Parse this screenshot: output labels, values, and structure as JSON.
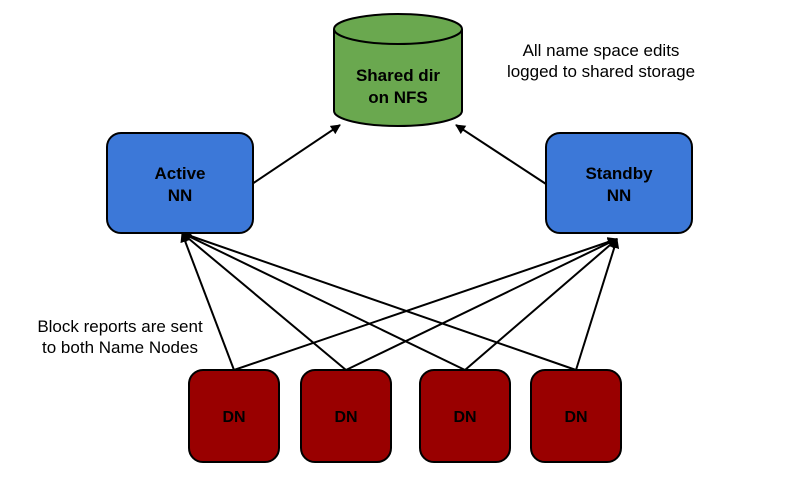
{
  "storage": {
    "label_line1": "Shared dir",
    "label_line2": "on NFS",
    "fill_color": "#6aa84f",
    "stroke_color": "#000000"
  },
  "storage_note": {
    "line1": "All name space edits",
    "line2": "logged to shared storage"
  },
  "active_nn": {
    "label_line1": "Active",
    "label_line2": "NN",
    "fill_color": "#3c78d8"
  },
  "standby_nn": {
    "label_line1": "Standby",
    "label_line2": "NN",
    "fill_color": "#3c78d8"
  },
  "block_note": {
    "line1": "Block reports are sent",
    "line2": "to both Name Nodes"
  },
  "datanodes": [
    {
      "label": "DN"
    },
    {
      "label": "DN"
    },
    {
      "label": "DN"
    },
    {
      "label": "DN"
    }
  ],
  "datanode_fill_color": "#990000"
}
